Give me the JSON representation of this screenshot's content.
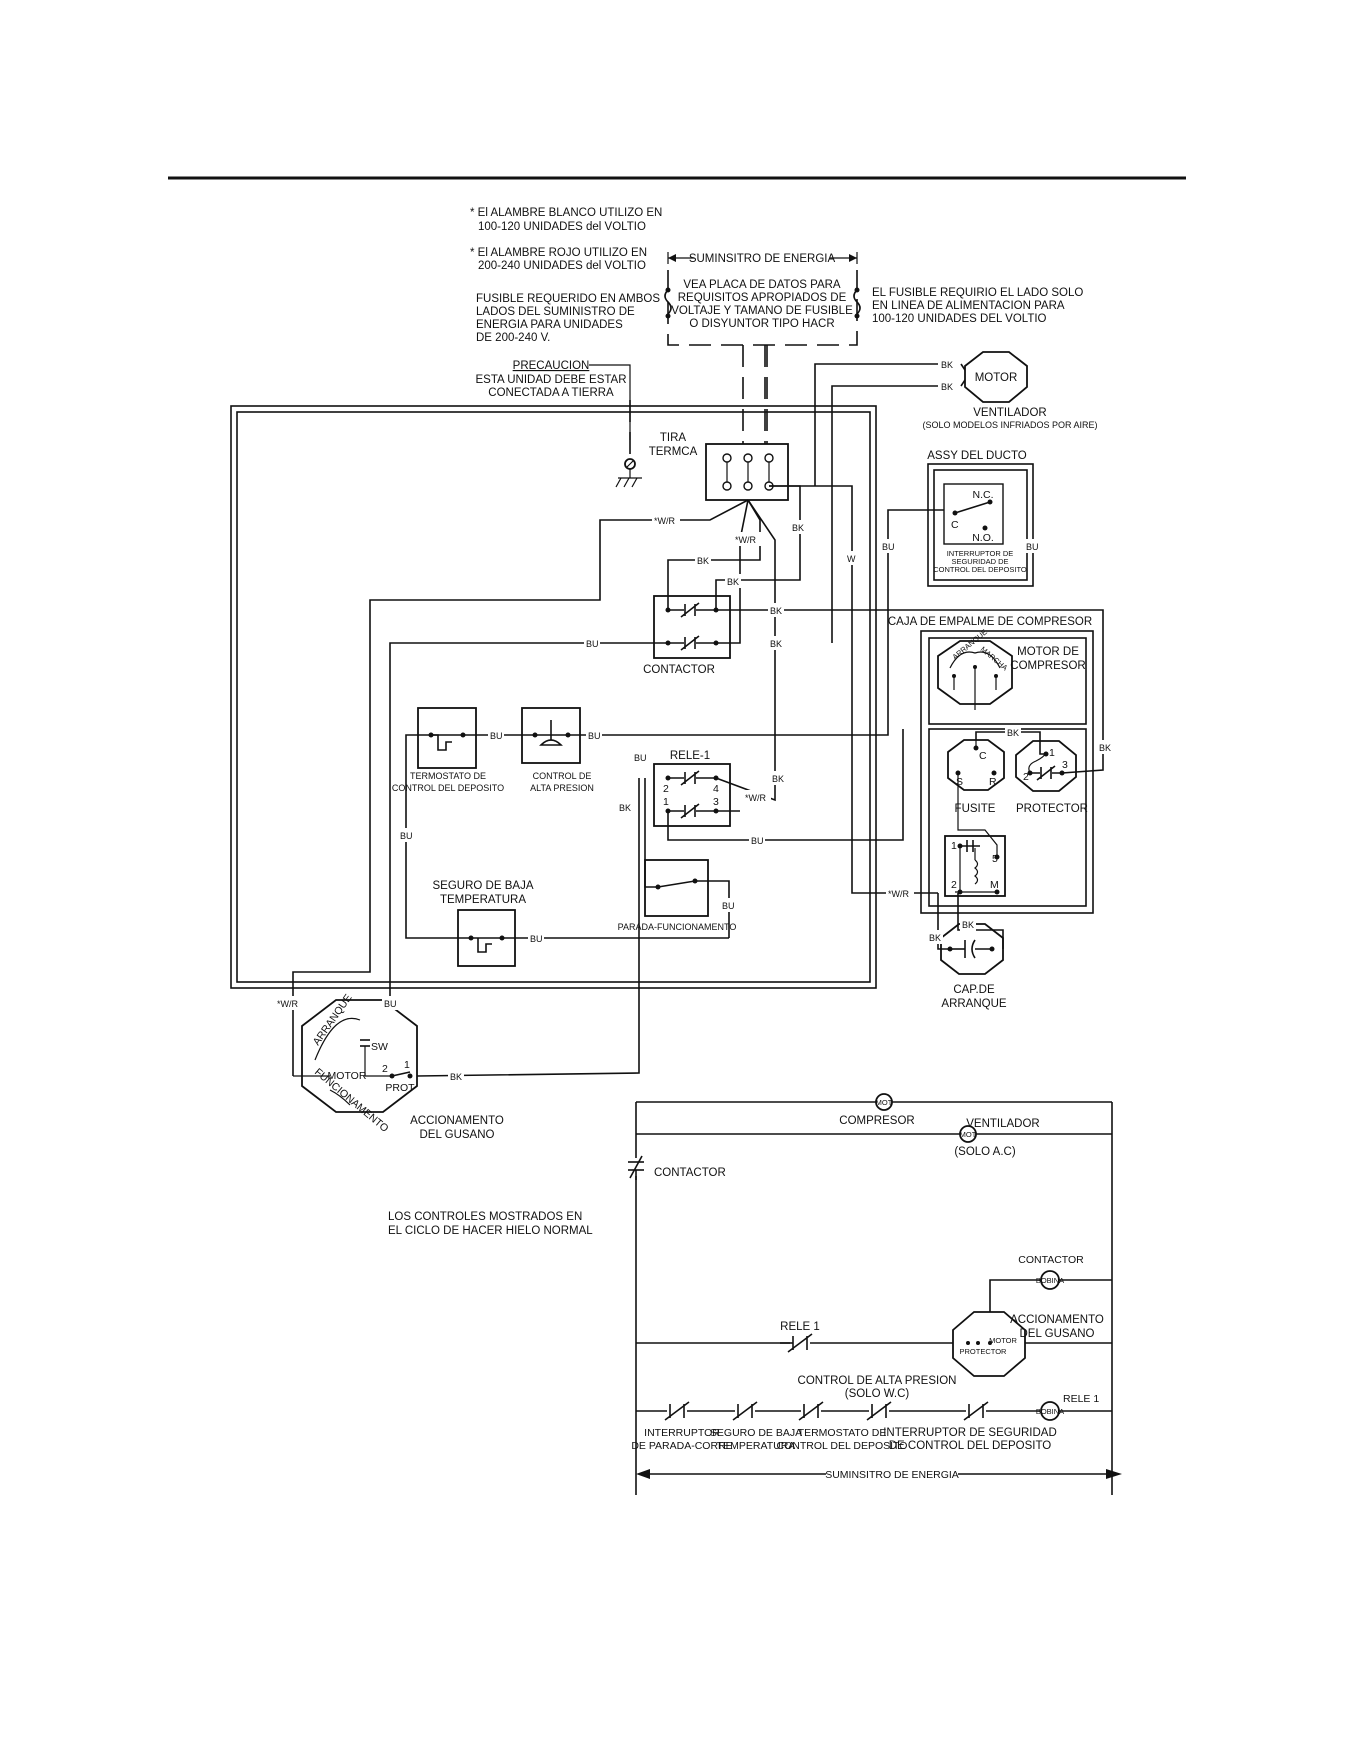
{
  "notes": {
    "white_wire_1": "* El ALAMBRE BLANCO UTILIZO EN",
    "white_wire_2": "100-120 UNIDADES del VOLTIO",
    "red_wire_1": "* El ALAMBRE ROJO UTILIZO EN",
    "red_wire_2": "200-240 UNIDADES del VOLTIO",
    "fuse_both_1": "FUSIBLE REQUERIDO EN AMBOS",
    "fuse_both_2": "LADOS DEL SUMINISTRO DE",
    "fuse_both_3": "ENERGIA PARA UNIDADES",
    "fuse_both_4": "DE 200-240 V.",
    "caution_title": "PRECAUCION",
    "caution_1": "ESTA UNIDAD DEBE ESTAR",
    "caution_2": "CONECTADA A TIERRA",
    "supply_title": "SUMINSITRO DE ENERGIA",
    "supply_1": "VEA PLACA DE DATOS PARA",
    "supply_2": "REQUISITOS APROPIADOS DE",
    "supply_3": "VOLTAJE Y TAMANO DE FUSIBLE",
    "supply_4": "O DISYUNTOR TIPO HACR",
    "fuse_single_1": "EL FUSIBLE REQUIRIO EL LADO SOLO",
    "fuse_single_2": "EN LINEA DE ALIMENTACION PARA",
    "fuse_single_3": "100-120 UNIDADES DEL VOLTIO",
    "controls_1": "LOS CONTROLES MOSTRADOS EN",
    "controls_2": "EL CICLO DE HACER HIELO NORMAL"
  },
  "wiring": {
    "motor": "MOTOR",
    "fan_1": "VENTILADOR",
    "fan_2": "(SOLO MODELOS INFRIADOS POR AIRE)",
    "terminal_strip_1": "TIRA",
    "terminal_strip_2": "TERMCA",
    "duct_assy": "ASSY DEL DUCTO",
    "nc": "N.C.",
    "no": "N.O.",
    "c": "C",
    "bin_switch_1": "INTERRUPTOR DE",
    "bin_switch_2": "SEGURIDAD DE",
    "bin_switch_3": "CONTROL DEL DEPOSITO",
    "contactor": "CONTACTOR",
    "comp_box": "CAJA DE EMPALME DE COMPRESOR",
    "comp_motor_1": "MOTOR DE",
    "comp_motor_2": "COMPRESOR",
    "arranque": "ARRANQUE",
    "marcha": "MARCHA",
    "s": "S",
    "r": "R",
    "fusite": "FUSITE",
    "protector": "PROTECTOR",
    "bin_thermo_1": "TERMOSTATO DE",
    "bin_thermo_2": "CONTROL DEL DEPOSITO",
    "hp_control_1": "CONTROL DE",
    "hp_control_2": "ALTA PRESION",
    "relay1": "RELE-1",
    "low_temp_1": "SEGURO DE BAJA",
    "low_temp_2": "TEMPERATURA",
    "stop_run": "PARADA-FUNCIONAMENTO",
    "cap_1": "CAP.DE",
    "cap_2": "ARRANQUE",
    "worm_motor": "MOTOR",
    "sw": "SW",
    "prot": "PROT",
    "funcionamento": "FUNCIONAMENTO",
    "worm_1": "ACCIONAMENTO",
    "worm_2": "DEL GUSANO",
    "n1": "1",
    "n2": "2",
    "n3": "3",
    "n4": "4",
    "n5": "5",
    "m": "M",
    "wire_bk": "BK",
    "wire_bu": "BU",
    "wire_w": "W",
    "wire_wr": "*W/R"
  },
  "ladder": {
    "mot": "MOT",
    "compressor": "COMPRESOR",
    "fan": "VENTILADOR",
    "fan_note": "(SOLO A.C)",
    "contactor": "CONTACTOR",
    "contactor_coil": "CONTACTOR",
    "bobina": "BOBINA",
    "relay1": "RELE 1",
    "worm_1": "ACCIONAMENTO",
    "worm_2": "DEL GUSANO",
    "motor": "MOTOR",
    "protector": "PROTECTOR",
    "hp_1": "CONTROL DE ALTA PRESION",
    "hp_2": "(SOLO W.C)",
    "relay1_coil": "RELE 1",
    "sw1_1": "INTERRUPTOR",
    "sw1_2": "DE PARADA-CORRE",
    "sw2_1": "SEGURO DE BAJA",
    "sw2_2": "TEMPERATURA",
    "sw3_1": "TERMOSTATO DE",
    "sw3_2": "CONTROL DEL DEPOSITO",
    "sw4_1": "INTERRUPTOR DE SEGURIDAD",
    "sw4_2": "DE CONTROL DEL DEPOSITO",
    "supply": "SUMINSITRO DE ENERGIA"
  }
}
